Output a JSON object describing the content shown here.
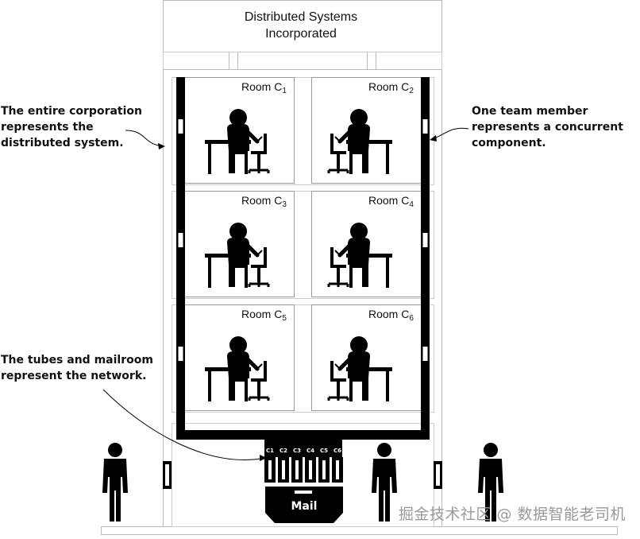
{
  "sign": {
    "line1": "Distributed Systems",
    "line2": "Incorporated"
  },
  "rooms": [
    {
      "label": "Room C",
      "sub": "1"
    },
    {
      "label": "Room C",
      "sub": "2"
    },
    {
      "label": "Room C",
      "sub": "3"
    },
    {
      "label": "Room C",
      "sub": "4"
    },
    {
      "label": "Room C",
      "sub": "5"
    },
    {
      "label": "Room C",
      "sub": "6"
    }
  ],
  "callouts": {
    "corporation": [
      "The entire corporation",
      "represents the",
      "distributed system."
    ],
    "member": [
      "One team member",
      "represents a concurrent",
      "component."
    ],
    "network": [
      "The tubes and mailroom",
      "represent the network."
    ]
  },
  "tubes": [
    "C1",
    "C2",
    "C3",
    "C4",
    "C5",
    "C6"
  ],
  "mailroom": {
    "label": "Mail"
  },
  "watermark": "掘金技术社区 @ 数据智能老司机"
}
